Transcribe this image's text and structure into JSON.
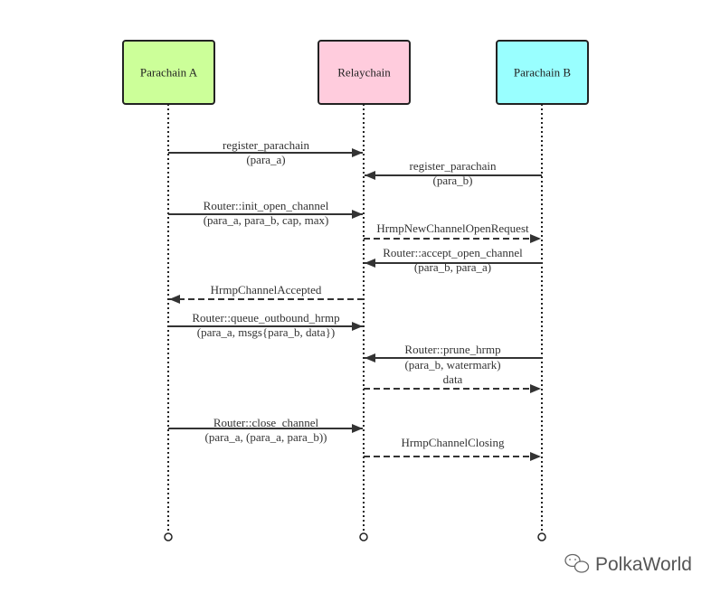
{
  "participants": [
    {
      "label": "Parachain A",
      "fill": "#ccff99"
    },
    {
      "label": "Relaychain",
      "fill": "#ffccdd"
    },
    {
      "label": "Parachain B",
      "fill": "#99ffff"
    }
  ],
  "messages": [
    {
      "from": 0,
      "to": 1,
      "dashed": false,
      "lines": [
        "register_parachain",
        "(para_a)"
      ]
    },
    {
      "from": 2,
      "to": 1,
      "dashed": false,
      "lines": [
        "register_parachain",
        "(para_b)"
      ]
    },
    {
      "from": 0,
      "to": 1,
      "dashed": false,
      "lines": [
        "Router::init_open_channel",
        "(para_a, para_b, cap, max)"
      ]
    },
    {
      "from": 1,
      "to": 2,
      "dashed": true,
      "lines": [
        "HrmpNewChannelOpenRequest"
      ]
    },
    {
      "from": 2,
      "to": 1,
      "dashed": false,
      "lines": [
        "Router::accept_open_channel",
        "(para_b, para_a)"
      ]
    },
    {
      "from": 1,
      "to": 0,
      "dashed": true,
      "lines": [
        "HrmpChannelAccepted"
      ]
    },
    {
      "from": 0,
      "to": 1,
      "dashed": false,
      "lines": [
        "Router::queue_outbound_hrmp",
        "(para_a, msgs{para_b, data})"
      ]
    },
    {
      "from": 2,
      "to": 1,
      "dashed": false,
      "lines": [
        "Router::prune_hrmp",
        "(para_b, watermark)"
      ]
    },
    {
      "from": 1,
      "to": 2,
      "dashed": true,
      "lines": [
        "data"
      ]
    },
    {
      "from": 0,
      "to": 1,
      "dashed": false,
      "lines": [
        "Router::close_channel",
        "(para_a, (para_a, para_b))"
      ]
    },
    {
      "from": 1,
      "to": 2,
      "dashed": true,
      "lines": [
        "HrmpChannelClosing"
      ]
    }
  ],
  "watermark": {
    "text": "PolkaWorld",
    "icon": "wechat-icon"
  }
}
